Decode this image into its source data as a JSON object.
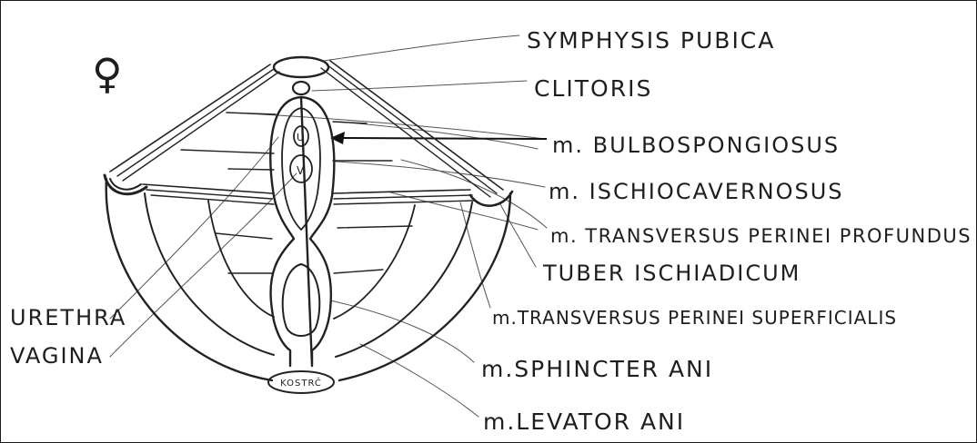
{
  "symbol": "♀",
  "inner_labels": {
    "u": "U",
    "v": "V",
    "coccyx": "KOSTRČ"
  },
  "labels": [
    {
      "id": "symphysis-pubica",
      "text": "SYMPHYSIS PUBICA"
    },
    {
      "id": "clitoris",
      "text": "CLITORIS"
    },
    {
      "id": "m-bulbospongiosus",
      "text": "m. BULBOSPONGIOSUS"
    },
    {
      "id": "m-ischiocavernosus",
      "text": "m. ISCHIOCAVERNOSUS"
    },
    {
      "id": "m-transversus-perinei-profundus",
      "text": "m. TRANSVERSUS PERINEI PROFUNDUS"
    },
    {
      "id": "tuber-ischiadicum",
      "text": "TUBER ISCHIADICUM"
    },
    {
      "id": "m-transversus-perinei-superficialis",
      "text": "m.TRANSVERSUS PERINEI SUPERFICIALIS"
    },
    {
      "id": "m-sphincter-ani",
      "text": "m.SPHINCTER ANI"
    },
    {
      "id": "m-levator-ani",
      "text": "m.LEVATOR ANI"
    },
    {
      "id": "urethra",
      "text": "URETHRA"
    },
    {
      "id": "vagina",
      "text": "VAGINA"
    }
  ]
}
